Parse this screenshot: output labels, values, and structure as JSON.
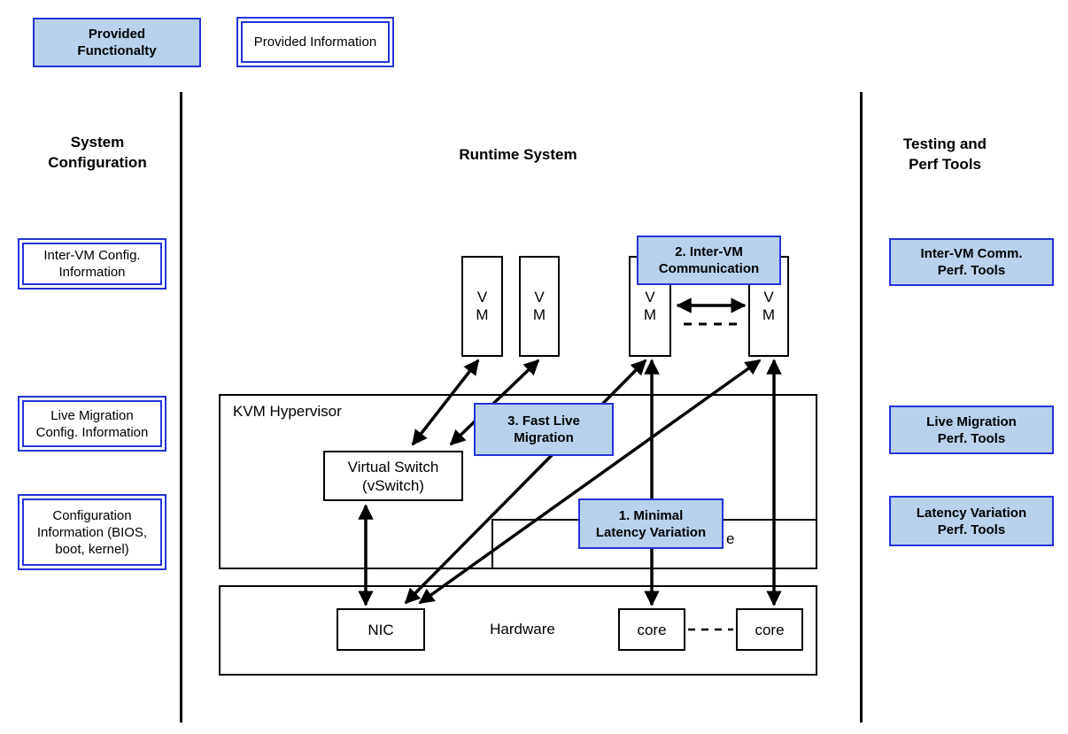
{
  "colors": {
    "fill_blue": "#b9d1ea",
    "border_blue": "#2333d9",
    "line_black": "#000000"
  },
  "legend": {
    "functionality_label": "Provided\nFunctionalty",
    "information_label": "Provided Information"
  },
  "headings": {
    "left": "System\nConfiguration",
    "center": "Runtime System",
    "right": "Testing and\nPerf Tools"
  },
  "system_configuration": {
    "boxes": [
      {
        "label": "Inter-VM Config.\nInformation"
      },
      {
        "label": "Live Migration\nConfig. Information"
      },
      {
        "label": "Configuration\nInformation (BIOS,\nboot, kernel)"
      }
    ]
  },
  "testing_perf_tools": {
    "boxes": [
      {
        "label": "Inter-VM Comm.\nPerf. Tools"
      },
      {
        "label": "Live Migration\nPerf. Tools"
      },
      {
        "label": "Latency Variation\nPerf. Tools"
      }
    ]
  },
  "runtime_system": {
    "vms": [
      {
        "label": "V\nM"
      },
      {
        "label": "V\nM"
      },
      {
        "label": "V\nM"
      },
      {
        "label": "V\nM"
      }
    ],
    "kvm_hypervisor_label": "KVM Hypervisor",
    "virtual_switch_label": "Virtual Switch\n(vSwitch)",
    "inner_box_visible_fragment": "e",
    "hardware_label": "Hardware",
    "nic_label": "NIC",
    "cores": [
      {
        "label": "core"
      },
      {
        "label": "core"
      }
    ],
    "functionality_overlays": [
      {
        "label": "2. Inter-VM\nCommunication"
      },
      {
        "label": "3. Fast Live\nMigration"
      },
      {
        "label": "1. Minimal\nLatency Variation"
      }
    ]
  }
}
